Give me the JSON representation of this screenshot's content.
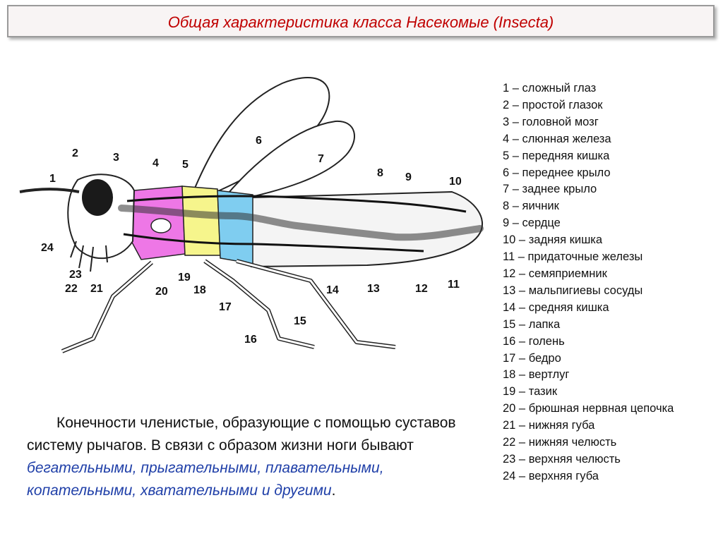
{
  "title": "Общая характеристика класса Насекомые (Insecta)",
  "diagram": {
    "labels": [
      "1",
      "2",
      "3",
      "4",
      "5",
      "6",
      "7",
      "8",
      "9",
      "10",
      "11",
      "12",
      "13",
      "14",
      "15",
      "16",
      "17",
      "18",
      "19",
      "20",
      "21",
      "22",
      "23",
      "24"
    ]
  },
  "legend": [
    "1 – сложный глаз",
    "2 – простой глазок",
    "3 – головной мозг",
    "4 – слюнная железа",
    "5 – передняя кишка",
    "6 – переднее крыло",
    "7 – заднее крыло",
    "8 – яичник",
    "9 – сердце",
    "10 – задняя кишка",
    "11 – придаточные железы",
    "12 – семяприемник",
    "13 – мальпигиевы сосуды",
    "14 – средняя кишка",
    "15 – лапка",
    "16 – голень",
    "17 – бедро",
    "18 – вертлуг",
    "19 – тазик",
    "20 – брюшная нервная цепочка",
    "21 – нижняя губа",
    "22 – нижняя челюсть",
    "23 – верхняя челюсть",
    "24 – верхняя губа"
  ],
  "paragraph": {
    "plain": "Конечности членистые, образующие с помощью суставов систему рычагов. В связи с образом жизни ноги бывают ",
    "highlight": "бегательными, прыгательными, плавательными, копательными, хватательными и другими",
    "tail": "."
  },
  "colors": {
    "title_text": "#c00000",
    "segment_pink": "#ee77e6",
    "segment_yellow": "#f6f58c",
    "segment_blue": "#7fcdf0",
    "highlight_text": "#1f3fa8"
  }
}
